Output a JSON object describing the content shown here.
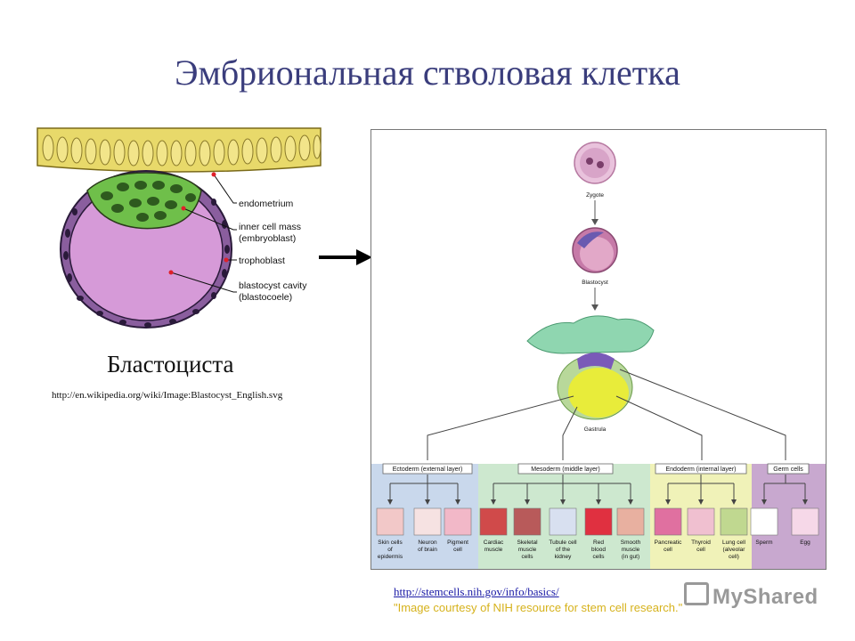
{
  "slide": {
    "title": "Эмбриональная стволовая клетка",
    "blastocyst_caption": "Бластоциста",
    "wiki_url": "http://en.wikipedia.org/wiki/Image:Blastocyst_English.svg",
    "nih_url": "http://stemcells.nih.gov/info/basics/",
    "nih_credit": "\"Image courtesy of NIH resource for stem cell research.\"",
    "watermark": "MyShared"
  },
  "blastocyst_diagram": {
    "labels": {
      "endometrium": "endometrium",
      "icm_1": "inner cell mass",
      "icm_2": "(embryoblast)",
      "trophoblast": "trophoblast",
      "cavity_1": "blastocyst cavity",
      "cavity_2": "(blastocoele)"
    },
    "colors": {
      "endometrium": "#e8d96a",
      "icm": "#6fbf4a",
      "cavity": "#d69ad8",
      "trophoblast": "#8a5e9e"
    }
  },
  "nih_diagram": {
    "stages": {
      "zygote": "Zygote",
      "blastocyst": "Blastocyst",
      "gastrula": "Gastrula"
    },
    "layers": {
      "ectoderm": "Ectoderm (external layer)",
      "mesoderm": "Mesoderm (middle layer)",
      "endoderm": "Endoderm (internal layer)",
      "germ": "Germ cells"
    },
    "cells": [
      [
        "Skin cells",
        "of",
        "epidermis"
      ],
      [
        "Neuron",
        "of brain"
      ],
      [
        "Pigment",
        "cell"
      ],
      [
        "Cardiac",
        "muscle"
      ],
      [
        "Skeletal",
        "muscle",
        "cells"
      ],
      [
        "Tubule cell",
        "of the",
        "kidney"
      ],
      [
        "Red",
        "blood",
        "cells"
      ],
      [
        "Smooth",
        "muscle",
        "(in gut)"
      ],
      [
        "Pancreatic",
        "cell"
      ],
      [
        "Thyroid",
        "cell"
      ],
      [
        "Lung cell",
        "(alveolar",
        "cell)"
      ],
      [
        "Sperm"
      ],
      [
        "Egg"
      ]
    ],
    "colors": {
      "ectoderm": "#c9d8ec",
      "mesoderm": "#cde8cf",
      "endoderm": "#f0f2b8",
      "germ": "#c8a8cf"
    }
  }
}
